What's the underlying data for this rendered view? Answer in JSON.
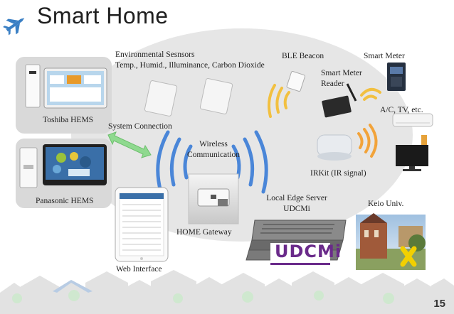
{
  "slide": {
    "title": "Smart Home",
    "page_number": "15"
  },
  "labels": {
    "env_sensors_line1": "Environmental Sesnsors",
    "env_sensors_line2": "Temp., Humid., Illuminance, Carbon Dioxide",
    "ble_beacon": "BLE Beacon",
    "smart_meter": "Smart Meter",
    "smart_meter_reader_line1": "Smart Meter",
    "smart_meter_reader_line2": "Reader",
    "appliances": "A/C, TV, etc.",
    "toshiba_hems": "Toshiba HEMS",
    "system_connection": "System Connection",
    "wireless_line1": "Wireless",
    "wireless_line2": "Communication",
    "irkit": "IRKit (IR signal)",
    "panasonic_hems": "Panasonic HEMS",
    "edge_server_line1": "Local Edge Server",
    "edge_server_line2": "UDCMi",
    "keio_univ": "Keio Univ.",
    "home_gateway": "HOME Gateway",
    "web_interface": "Web Interface",
    "udcmi_logo": "UDCMi"
  },
  "colors": {
    "ellipse": "#e6e6e6",
    "panel": "#d9d9d9",
    "wave_blue": "#4a86d8",
    "wave_orange": "#f2a33a",
    "arrow_green": "#8fd98f",
    "logo_purple": "#6a2a8a",
    "x_yellow": "#f2d000"
  },
  "icons": {
    "logo": "airplane-icon",
    "marker": "x-mark-icon"
  }
}
